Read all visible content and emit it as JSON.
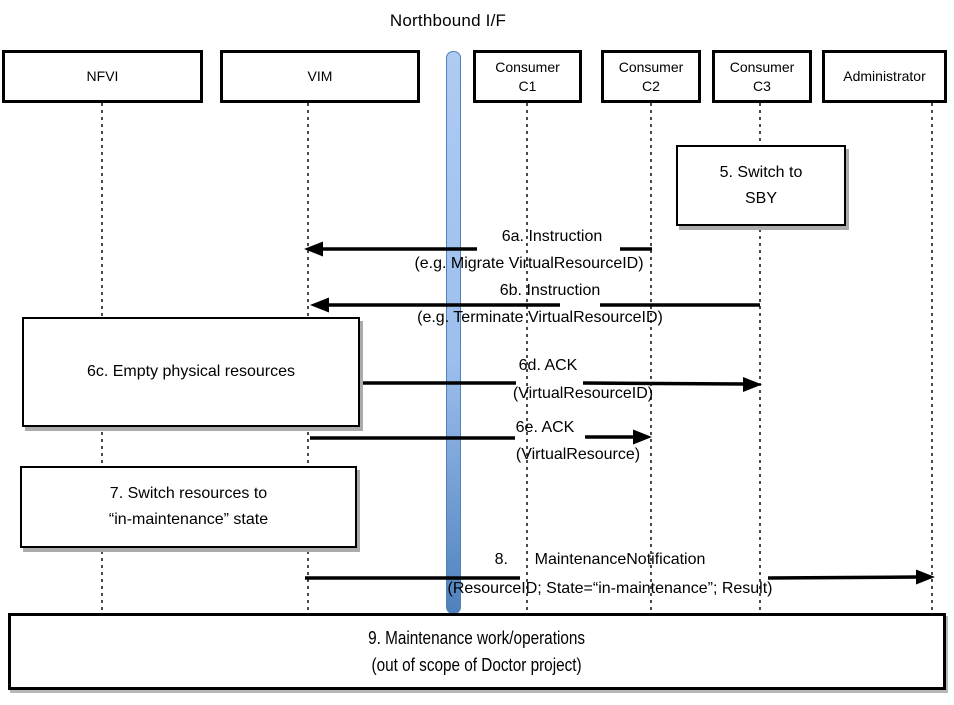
{
  "title": "Northbound I/F",
  "actors": [
    {
      "id": "nfvi",
      "label": "NFVI"
    },
    {
      "id": "vim",
      "label": "VIM"
    },
    {
      "id": "consumer-c1",
      "label": "Consumer\nC1"
    },
    {
      "id": "consumer-c2",
      "label": "Consumer\nC2"
    },
    {
      "id": "consumer-c3",
      "label": "Consumer\nC3"
    },
    {
      "id": "administrator",
      "label": "Administrator"
    }
  ],
  "notes": [
    {
      "id": "5",
      "text": "5. Switch to\nSBY"
    },
    {
      "id": "6c",
      "text": "6c. Empty physical resources"
    },
    {
      "id": "7",
      "text": "7. Switch resources to\n“in-maintenance” state"
    },
    {
      "id": "9",
      "text": "9. Maintenance work/operations\n(out of scope of Doctor project)"
    }
  ],
  "messages": [
    {
      "id": "6a",
      "label": "6a. Instruction",
      "detail": "(e.g. Migrate VirtualResourceID)",
      "from": "Consumer C2",
      "to": "VIM"
    },
    {
      "id": "6b",
      "label": "6b. Instruction",
      "detail": "(e.g. Terminate VirtualResourceID)",
      "from": "Consumer C3",
      "to": "VIM"
    },
    {
      "id": "6d",
      "label": "6d. ACK",
      "detail": "(VirtualResourceID)",
      "from": "VIM",
      "to": "Consumer C3"
    },
    {
      "id": "6e",
      "label": "6e. ACK",
      "detail": "(VirtualResource)",
      "from": "VIM",
      "to": "Consumer C2"
    },
    {
      "id": "8",
      "label": "8.      MaintenanceNotification",
      "detail": "(ResourceID; State=“in-maintenance”; Result)",
      "from": "VIM",
      "to": "Administrator"
    }
  ],
  "colors": {
    "arrow": "#000000",
    "lifeline": "#4A4A4A",
    "bar_fill_top": "#AECBF2",
    "bar_fill_bottom": "#4F81BD",
    "bar_border": "#4F81BD",
    "box_border": "#000000",
    "shadow": "#ABABAB"
  }
}
